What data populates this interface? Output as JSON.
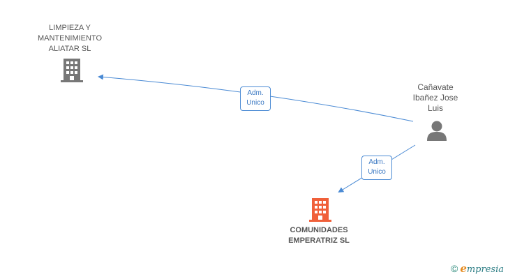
{
  "nodes": {
    "company_1": {
      "label_lines": [
        "LIMPIEZA Y",
        "MANTENIMIENTO",
        "ALIATAR SL"
      ],
      "icon": "building-icon",
      "color": "#777777"
    },
    "person_1": {
      "label_lines": [
        "Cañavate",
        "Ibañez Jose",
        "Luis"
      ],
      "icon": "person-icon",
      "color": "#777777"
    },
    "company_2": {
      "label_lines": [
        "COMUNIDADES",
        "EMPERATRIZ SL"
      ],
      "icon": "building-icon",
      "color": "#f0603a"
    }
  },
  "edges": [
    {
      "from": "person_1",
      "to": "company_1",
      "label_lines": [
        "Adm.",
        "Unico"
      ]
    },
    {
      "from": "person_1",
      "to": "company_2",
      "label_lines": [
        "Adm.",
        "Unico"
      ]
    }
  ],
  "colors": {
    "edge": "#4a8ad4",
    "accent": "#f0603a"
  },
  "footer": {
    "copyright": "©",
    "brand_first": "e",
    "brand_rest": "mpresia"
  }
}
